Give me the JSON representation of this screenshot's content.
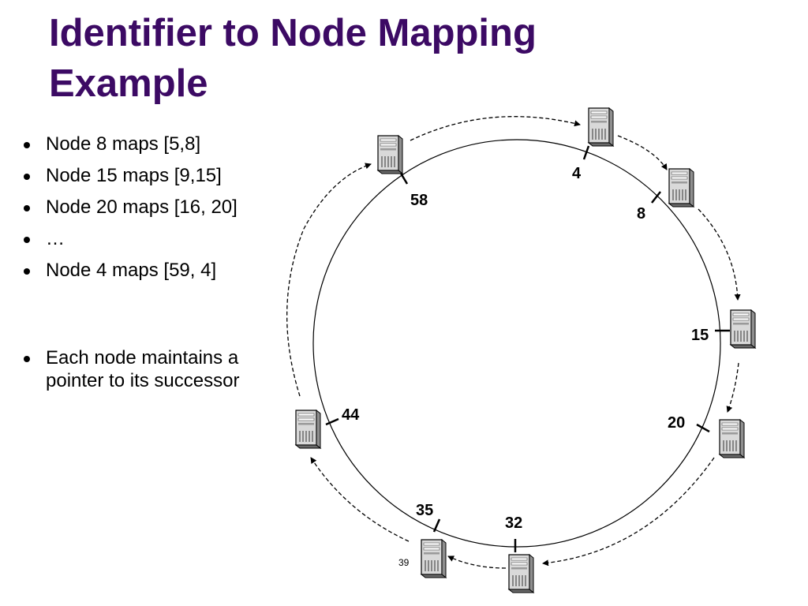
{
  "slide": {
    "title": "Identifier to Node Mapping Example",
    "page_number": "39"
  },
  "bullets": [
    {
      "text": "Node  8 maps [5,8]"
    },
    {
      "text": "Node 15 maps [9,15]"
    },
    {
      "text": "Node 20 maps [16, 20]"
    },
    {
      "text": "…"
    },
    {
      "text": "Node 4 maps [59, 4]"
    },
    {
      "text": "Each node maintains a pointer to its successor"
    }
  ],
  "ring": {
    "nodes": [
      {
        "id": "4",
        "icon": "server-icon"
      },
      {
        "id": "8",
        "icon": "server-icon"
      },
      {
        "id": "15",
        "icon": "server-icon"
      },
      {
        "id": "20",
        "icon": "server-icon"
      },
      {
        "id": "32",
        "icon": "server-icon"
      },
      {
        "id": "35",
        "icon": "server-icon"
      },
      {
        "id": "44",
        "icon": "server-icon"
      },
      {
        "id": "58",
        "icon": "server-icon"
      }
    ]
  }
}
